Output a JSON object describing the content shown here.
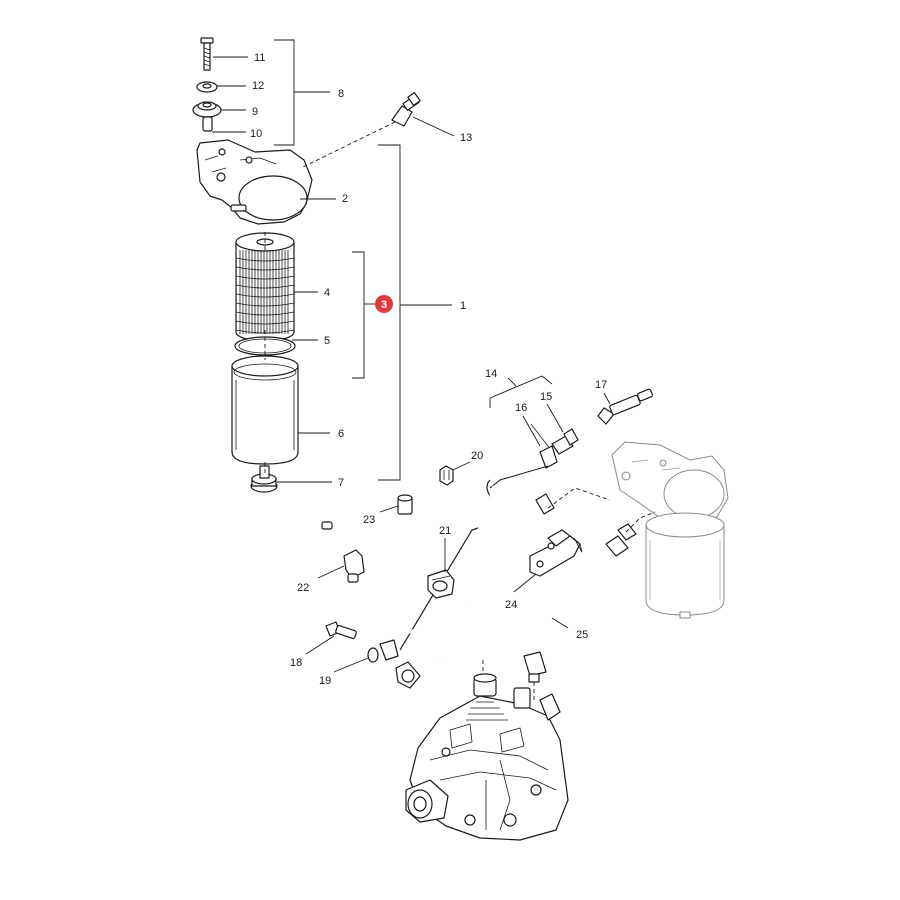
{
  "diagram": {
    "colors": {
      "line": "#1a1a1a",
      "ghost": "#8a8a8a",
      "badge": "#e03b3b"
    },
    "badge": {
      "text": "3"
    },
    "callouts": {
      "c1": "1",
      "c2": "2",
      "c4": "4",
      "c5": "5",
      "c6": "6",
      "c7": "7",
      "c8": "8",
      "c9": "9",
      "c10": "10",
      "c11": "11",
      "c12": "12",
      "c13": "13",
      "c14": "14",
      "c15": "15",
      "c16": "16",
      "c17": "17",
      "c18": "18",
      "c19": "19",
      "c20": "20",
      "c21": "21",
      "c22": "22",
      "c23": "23",
      "c24": "24",
      "c25": "25"
    }
  }
}
